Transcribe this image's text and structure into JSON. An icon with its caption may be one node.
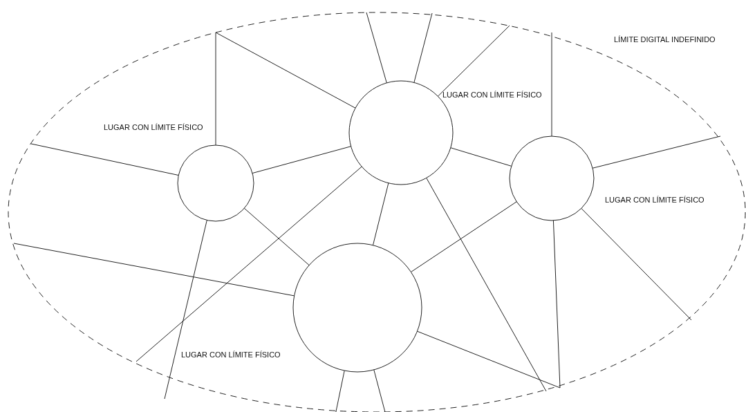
{
  "diagram": {
    "nodes": [
      {
        "text": [
          "LÍMITE DIGITAL INDEFINIDO"
        ]
      },
      {
        "text": [
          "LUGAR CON LÍMITE FÍSICO"
        ],
        "in": 0
      },
      {
        "text": [
          "LUGAR CON LÍMITE FÍSICO"
        ],
        "in": 0
      },
      {
        "text": [
          "LUGAR CON LÍMITE FÍSICO"
        ],
        "in": 0
      },
      {
        "text": [
          "LUGAR CON LÍMITE FÍSICO"
        ],
        "in": 0
      }
    ],
    "edges": [
      {
        "from": 1,
        "to": 0,
        "arrow": "none"
      },
      {
        "from": 0,
        "to": 2,
        "arrow": "none"
      },
      {
        "from": 1,
        "to": 0,
        "arrow": "none"
      },
      {
        "from": 1,
        "to": 2,
        "arrow": "none"
      },
      {
        "from": 1,
        "to": 4,
        "arrow": "none"
      },
      {
        "from": 1,
        "to": 0,
        "arrow": "none"
      },
      {
        "from": 2,
        "to": 0,
        "arrow": "none"
      },
      {
        "from": 2,
        "to": 0,
        "arrow": "none"
      },
      {
        "from": 2,
        "to": 0,
        "arrow": "none"
      },
      {
        "from": 2,
        "to": 3,
        "arrow": "none"
      },
      {
        "from": 2,
        "to": 4,
        "arrow": "none"
      },
      {
        "from": 2,
        "to": 0,
        "arrow": "none"
      },
      {
        "from": 2,
        "to": 0,
        "arrow": "none"
      },
      {
        "from": 3,
        "to": 0,
        "arrow": "none"
      },
      {
        "from": 3,
        "to": 0,
        "arrow": "none"
      },
      {
        "from": 3,
        "to": 0,
        "arrow": "none"
      },
      {
        "from": 3,
        "to": 0,
        "arrow": "none"
      },
      {
        "from": 3,
        "to": 4,
        "arrow": "none"
      },
      {
        "from": 4,
        "to": 0,
        "arrow": "none"
      },
      {
        "from": 4,
        "to": 0,
        "arrow": "none"
      },
      {
        "from": 4,
        "to": null,
        "arrow": "none"
      },
      {
        "from": 4,
        "to": null,
        "arrow": "none"
      }
    ]
  }
}
